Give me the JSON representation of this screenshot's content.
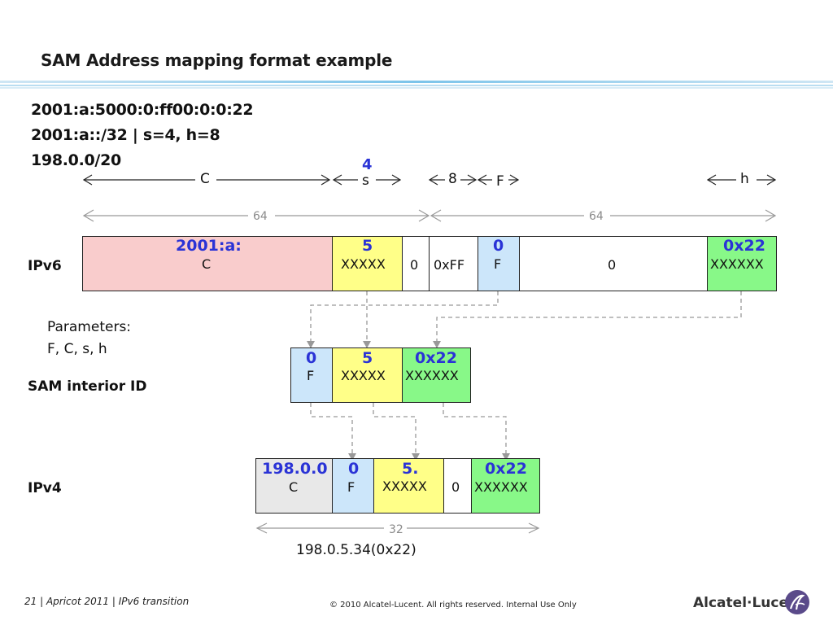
{
  "title": "SAM Address mapping format example",
  "addresses": [
    "2001:a:5000:0:ff00:0:0:22",
    "2001:a::/32 | s=4, h=8",
    "198.0.0/20"
  ],
  "top_field_labels": {
    "c": "C",
    "s": "s",
    "s_value": "4",
    "eight": "8",
    "f": "F",
    "h": "h"
  },
  "span_labels": {
    "left": "64",
    "right": "64",
    "ipv4": "32"
  },
  "ipv6": {
    "label": "IPv6",
    "cells": {
      "c": {
        "value": "2001:a:",
        "field": "C"
      },
      "s": {
        "value": "5",
        "field": "XXXXX"
      },
      "zero": {
        "field": "0"
      },
      "ff": {
        "field": "0xFF"
      },
      "f": {
        "value": "0",
        "field": "F"
      },
      "mid": {
        "field": "0"
      },
      "h": {
        "value": "0x22",
        "field": "XXXXXX"
      }
    }
  },
  "parameters": {
    "line1": "Parameters:",
    "line2": "F, C, s, h"
  },
  "sam": {
    "label": "SAM interior ID",
    "cells": {
      "f": {
        "value": "0",
        "field": "F"
      },
      "s": {
        "value": "5",
        "field": "XXXXX"
      },
      "h": {
        "value": "0x22",
        "field": "XXXXXX"
      }
    }
  },
  "ipv4": {
    "label": "IPv4",
    "cells": {
      "c": {
        "value": "198.0.0",
        "field": "C"
      },
      "f": {
        "value": "0",
        "field": "F"
      },
      "s": {
        "value": "5.",
        "field": "XXXXX"
      },
      "zero": {
        "field": "0"
      },
      "h": {
        "value": "0x22",
        "field": "XXXXXX"
      }
    },
    "result": "198.0.5.34(0x22)"
  },
  "footer": {
    "slide": "21 | Apricot 2011 | IPv6 transition",
    "copyright": "© 2010 Alcatel-Lucent. All rights reserved. Internal Use Only",
    "brand": "Alcatel·Lucent"
  },
  "colors": {
    "c_fill": "#f9cccc",
    "s_fill": "#ffff88",
    "f_fill": "#cce6fa",
    "h_fill": "#88f888",
    "ipv4_c_fill": "#e8e8e8",
    "accent_blue": "#2a33d6"
  }
}
